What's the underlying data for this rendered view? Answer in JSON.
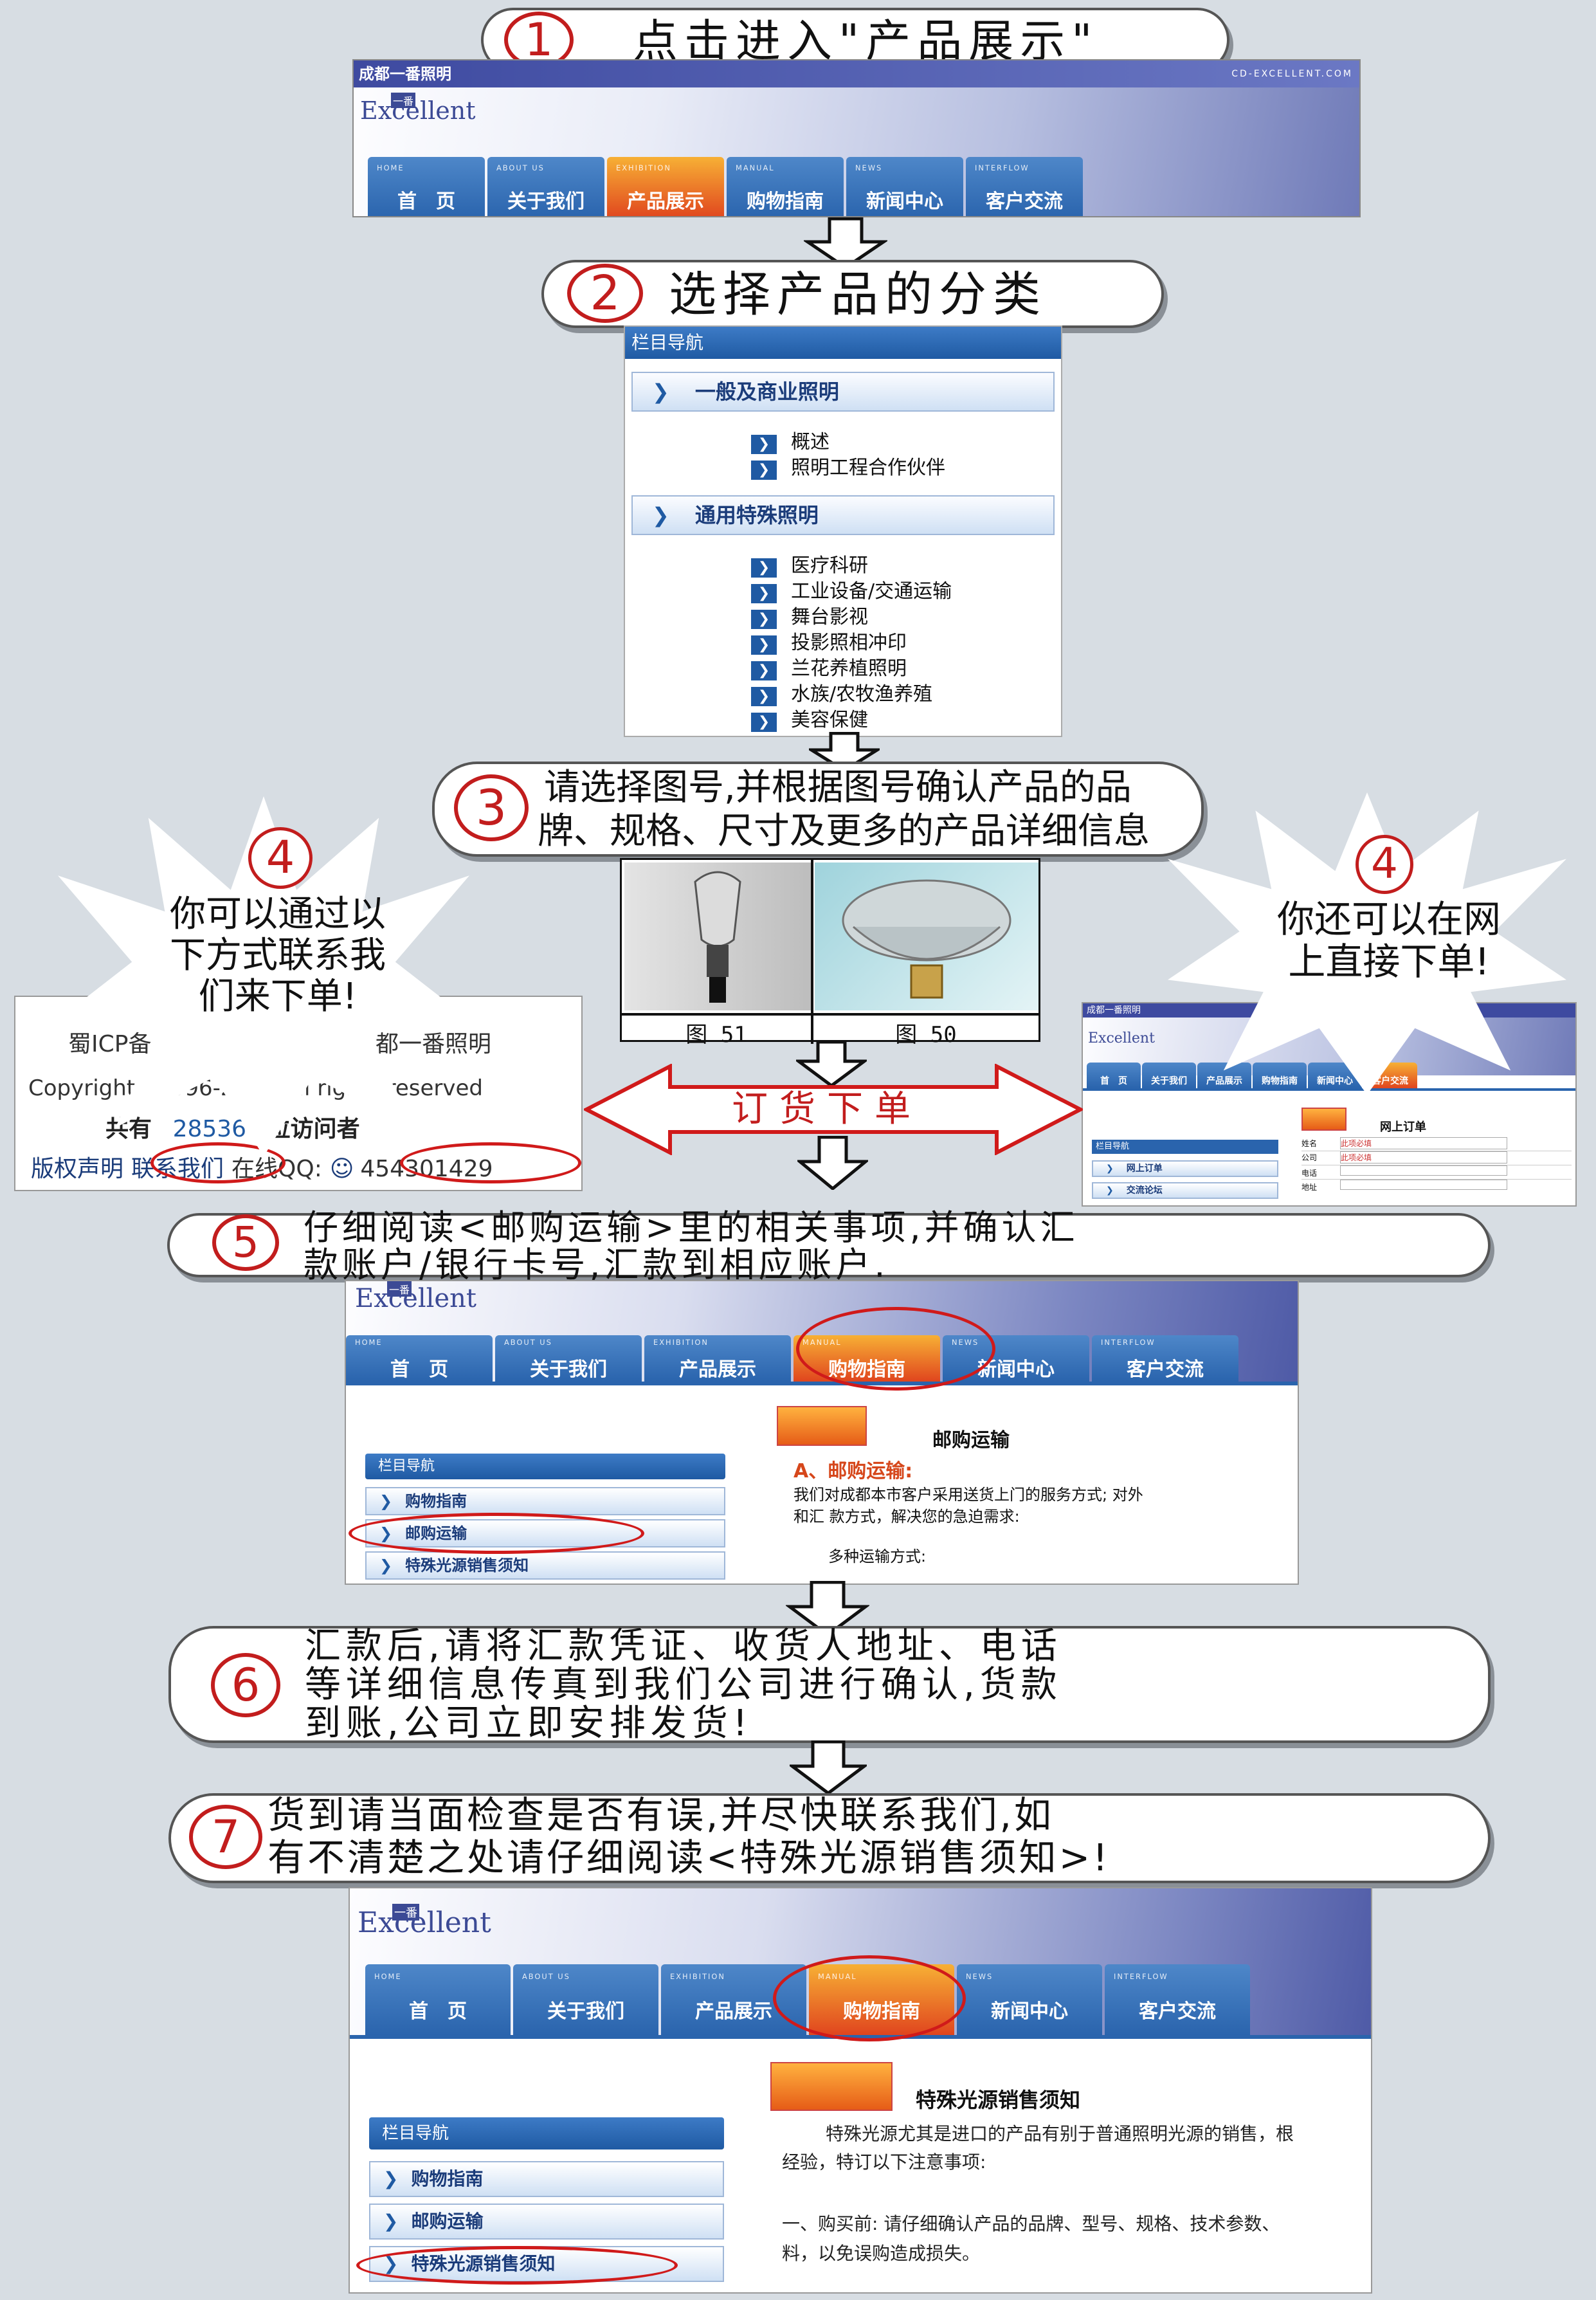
{
  "steps": {
    "s1": {
      "num": "1",
      "text": "点击进入\"产品展示\""
    },
    "s2": {
      "num": "2",
      "text": "选择产品的分类"
    },
    "s3": {
      "num": "3",
      "line1": "请选择图号,并根据图号确认产品的品",
      "line2": "牌、规格、尺寸及更多的产品详细信息"
    },
    "s4_left": {
      "num": "4",
      "line1": "你可以通过以",
      "line2": "下方式联系我",
      "line3": "们来下单!"
    },
    "s4_right": {
      "num": "4",
      "line1": "你还可以在网",
      "line2": "上直接下单!"
    },
    "s5": {
      "num": "5",
      "line1": "仔细阅读<邮购运输>里的相关事项,并确认汇",
      "line2": "款账户/银行卡号,汇款到相应账户."
    },
    "s6": {
      "num": "6",
      "line1": "汇款后,请将汇款凭证、收货人地址、电话",
      "line2": "等详细信息传真到我们公司进行确认,货款",
      "line3": "到账,公司立即安排发货!"
    },
    "s7": {
      "num": "7",
      "line1": "货到请当面检查是否有误,并尽快联系我们,如",
      "line2": "有不清楚之处请仔细阅读<特殊光源销售须知>!"
    }
  },
  "site": {
    "company": "成都一番照明",
    "url": "CD-EXCELLENT.COM",
    "logo_cn": "一番",
    "logo_en": "Excellent",
    "tabs": [
      {
        "en": "HOME",
        "cn": "首　页"
      },
      {
        "en": "ABOUT US",
        "cn": "关于我们"
      },
      {
        "en": "EXHIBITION",
        "cn": "产品展示"
      },
      {
        "en": "MANUAL",
        "cn": "购物指南"
      },
      {
        "en": "NEWS",
        "cn": "新闻中心"
      },
      {
        "en": "INTERFLOW",
        "cn": "客户交流"
      }
    ]
  },
  "nav": {
    "header": "栏目导航",
    "cat1": "一般及商业照明",
    "cat1_items": [
      "概述",
      "照明工程合作伙伴"
    ],
    "cat2": "通用特殊照明",
    "cat2_items": [
      "医疗科研",
      "工业设备/交通运输",
      "舞台影视",
      "投影照相冲印",
      "兰花养植照明",
      "水族/农牧渔养殖",
      "美容保健"
    ]
  },
  "figures": {
    "fig1": "图 51",
    "fig2": "图 50"
  },
  "order_arrow": "订货下单",
  "footer": {
    "icp": "蜀ICP备",
    "icp_tail": "都一番照明",
    "copyright": "Copyright©1996-2007 All rights reserved",
    "visits_pre": "共有",
    "visits_num": "28536",
    "visits_post": "位访问者",
    "links": "版权声明",
    "contact": "联系我们",
    "qq_label": "在线QQ:",
    "qq": "454301429"
  },
  "online_order": {
    "title": "网上订单",
    "menu": [
      "网上订单",
      "交流论坛"
    ],
    "fields": [
      {
        "label": "姓名",
        "value": "此项必填"
      },
      {
        "label": "公司",
        "value": "此项必填"
      },
      {
        "label": "电话",
        "value": ""
      },
      {
        "label": "地址",
        "value": ""
      }
    ]
  },
  "guide": {
    "section_title": "邮购运输",
    "heading_a": "A、邮购运输:",
    "para1": "我们对成都本市客户采用送货上门的服务方式; 对外",
    "para2": "和汇 款方式，解决您的急迫需求:",
    "para3": "多种运输方式:",
    "side": [
      "购物指南",
      "邮购运输",
      "特殊光源销售须知"
    ]
  },
  "notice": {
    "section_title": "特殊光源销售须知",
    "p1": "特殊光源尤其是进口的产品有别于普通照明光源的销售，根",
    "p2": "经验，特订以下注意事项:",
    "p3": "一、购买前: 请仔细确认产品的品牌、型号、规格、技术参数、",
    "p4": "料，以免误购造成损失。"
  }
}
